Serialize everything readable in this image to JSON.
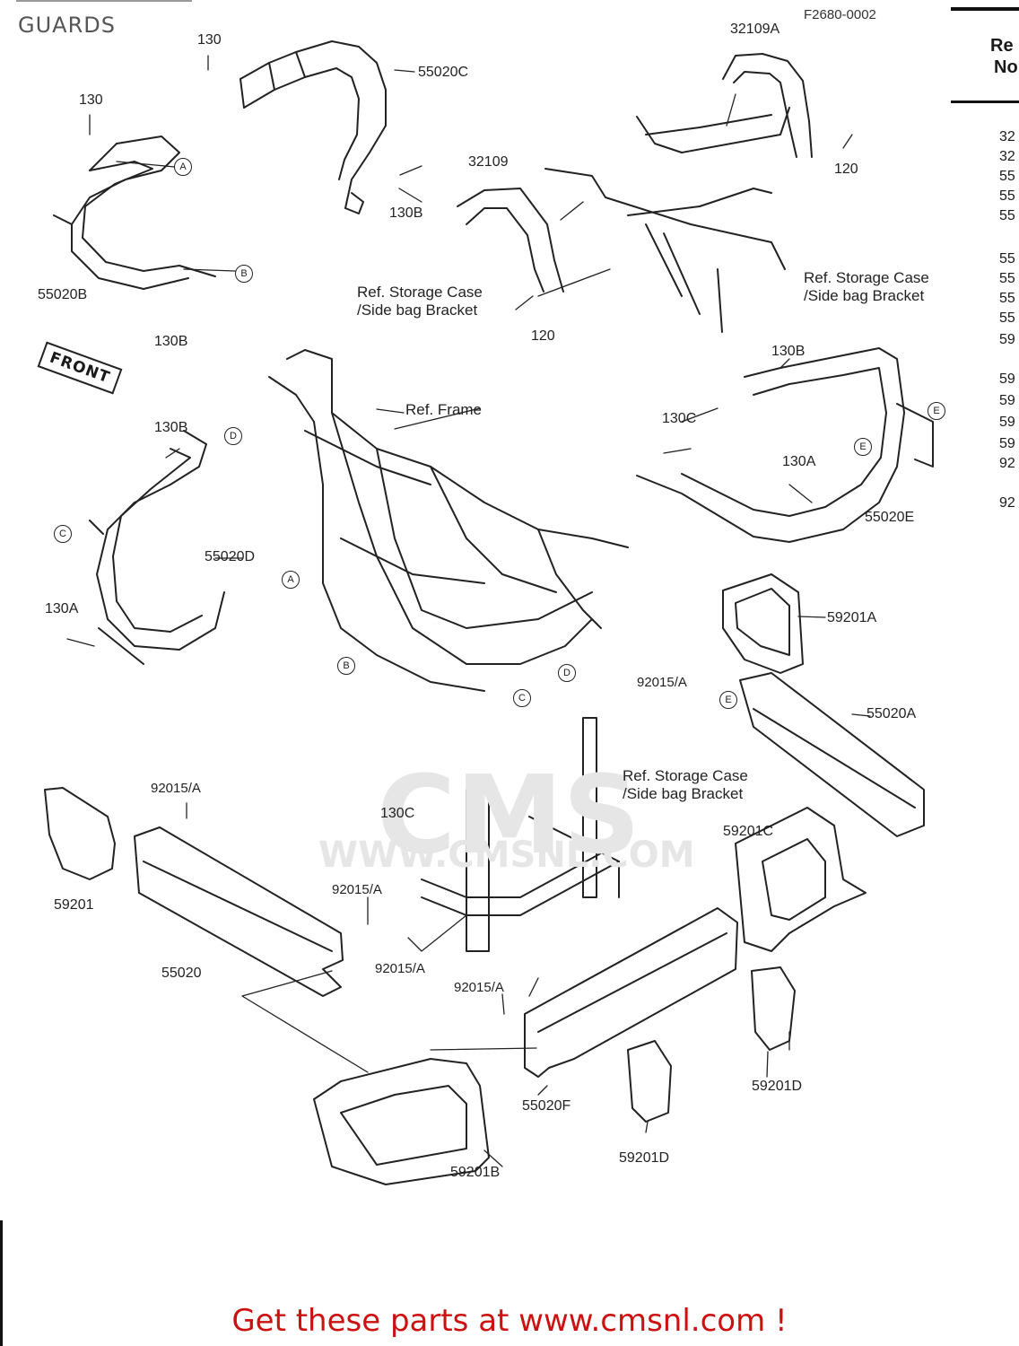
{
  "header": {
    "title": "GUARDS",
    "figure_code": "F2680-0002"
  },
  "front_label": "FRONT",
  "watermark": {
    "logo": "CMS",
    "url": "WWW.CMSNL.COM"
  },
  "parts": {
    "p130_top": "130",
    "p55020C": "55020C",
    "p32109A": "32109A",
    "p130_left": "130",
    "p130B_mid": "130B",
    "p32109": "32109",
    "p120_right": "120",
    "p55020B": "55020B",
    "p130B_left": "130B",
    "p120_mid": "120",
    "p130B_left2": "130B",
    "p55020D": "55020D",
    "p130A_left": "130A",
    "p130B_right": "130B",
    "p130C_right": "130C",
    "p130A_right": "130A",
    "p55020E": "55020E",
    "p59201A": "59201A",
    "p92015A_1": "92015/A",
    "p55020A": "55020A",
    "p130C_mid": "130C",
    "p92015A_2": "92015/A",
    "p59201": "59201",
    "p55020": "55020",
    "p92015A_3": "92015/A",
    "p92015A_4": "92015/A",
    "p92015A_5": "92015/A",
    "p59201C": "59201C",
    "p55020F": "55020F",
    "p59201D_1": "59201D",
    "p59201D_2": "59201D",
    "p59201B": "59201B"
  },
  "refs": {
    "storage_1_a": "Ref. Storage Case",
    "storage_1_b": "/Side bag Bracket",
    "storage_2_a": "Ref. Storage Case",
    "storage_2_b": "/Side bag Bracket",
    "storage_3_a": "Ref. Storage Case",
    "storage_3_b": "/Side bag Bracket",
    "frame": "Ref. Frame"
  },
  "markers": {
    "A": "A",
    "B": "B",
    "C": "C",
    "D": "D",
    "E": "E"
  },
  "right_column": {
    "header_1": "Re",
    "header_2": "No",
    "rows": [
      "32",
      "32",
      "55",
      "55",
      "55",
      "55",
      "55",
      "55",
      "55",
      "59",
      "59",
      "59",
      "59",
      "59",
      "92",
      "92"
    ]
  },
  "footer": "Get these parts at www.cmsnl.com !"
}
